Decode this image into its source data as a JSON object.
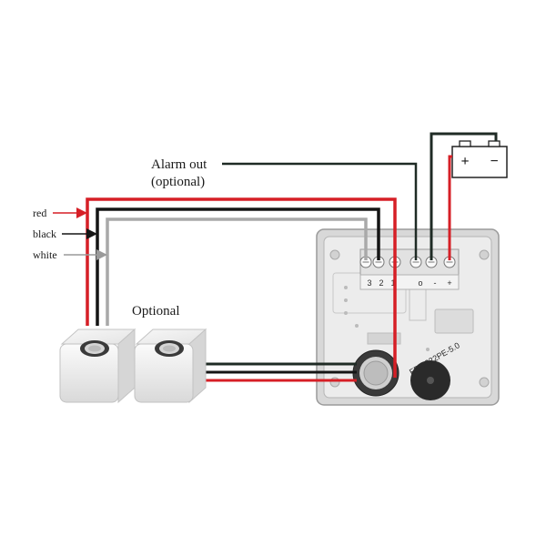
{
  "labels": {
    "alarm_out_line1": "Alarm out",
    "alarm_out_line2": "(optional)",
    "optional": "Optional",
    "wire_red": "red",
    "wire_black": "black",
    "wire_white": "white"
  },
  "battery": {
    "plus": "+",
    "minus": "−"
  },
  "terminal_block": {
    "labels": [
      "3",
      "2",
      "1",
      "",
      "o",
      "-",
      "+"
    ]
  },
  "buzzer_text": "FB-1222PE-5.0",
  "colors": {
    "red": "#d61f26",
    "black": "#151515",
    "white_wire": "#a9a9a9",
    "dark_green": "#1f2b25",
    "pcb": "#ececec"
  }
}
